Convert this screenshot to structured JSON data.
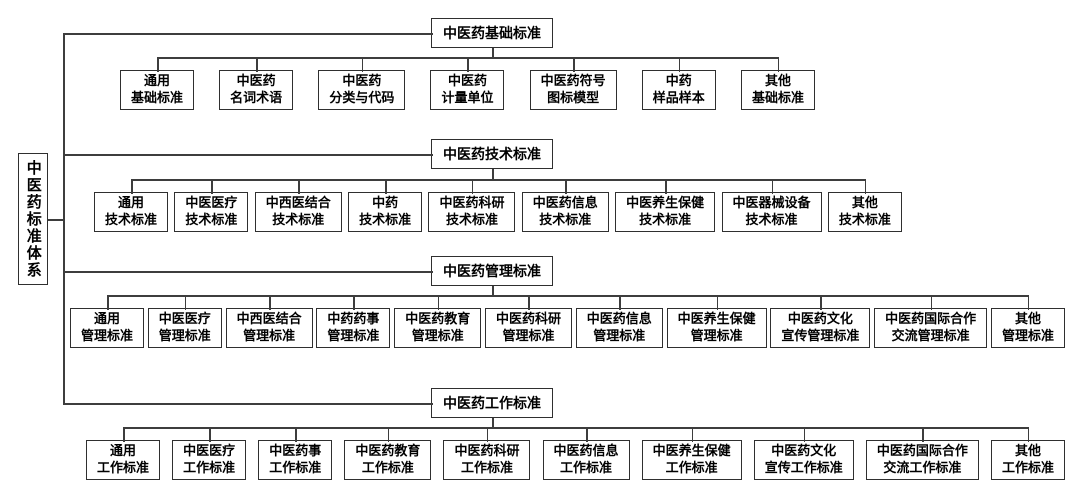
{
  "diagram": {
    "root": {
      "label": "中医药标准体系"
    },
    "branches": [
      {
        "label": "中医药基础标准",
        "children": [
          "通用\n基础标准",
          "中医药\n名词术语",
          "中医药\n分类与代码",
          "中医药\n计量单位",
          "中医药符号\n图标模型",
          "中药\n样品样本",
          "其他\n基础标准"
        ]
      },
      {
        "label": "中医药技术标准",
        "children": [
          "通用\n技术标准",
          "中医医疗\n技术标准",
          "中西医结合\n技术标准",
          "中药\n技术标准",
          "中医药科研\n技术标准",
          "中医药信息\n技术标准",
          "中医养生保健\n技术标准",
          "中医器械设备\n技术标准",
          "其他\n技术标准"
        ]
      },
      {
        "label": "中医药管理标准",
        "children": [
          "通用\n管理标准",
          "中医医疗\n管理标准",
          "中西医结合\n管理标准",
          "中药药事\n管理标准",
          "中医药教育\n管理标准",
          "中医药科研\n管理标准",
          "中医药信息\n管理标准",
          "中医养生保健\n管理标准",
          "中医药文化\n宣传管理标准",
          "中医药国际合作\n交流管理标准",
          "其他\n管理标准"
        ]
      },
      {
        "label": "中医药工作标准",
        "children": [
          "通用\n工作标准",
          "中医医疗\n工作标准",
          "中医药事\n工作标准",
          "中医药教育\n工作标准",
          "中医药科研\n工作标准",
          "中医药信息\n工作标准",
          "中医养生保健\n工作标准",
          "中医药文化\n宣传工作标准",
          "中医药国际合作\n交流工作标准",
          "其他\n工作标准"
        ]
      }
    ],
    "colors": {
      "background": "#ffffff",
      "box_border": "#2f2f2f",
      "line": "#3d3d3d",
      "text": "#000000"
    }
  }
}
